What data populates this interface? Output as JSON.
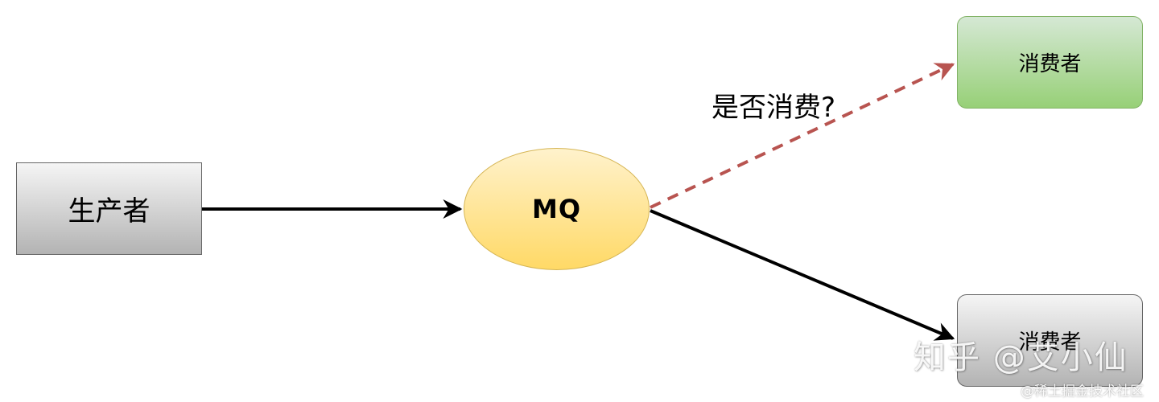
{
  "nodes": {
    "producer": "生产者",
    "mq": "MQ",
    "consumer_top": "消费者",
    "consumer_bottom": "消费者"
  },
  "edges": {
    "uncertain_label": "是否消费?"
  },
  "colors": {
    "solid_edge": "#000000",
    "dashed_edge": "#b85450",
    "producer_fill_top": "#f5f5f5",
    "producer_fill_bottom": "#b3b3b3",
    "mq_fill_top": "#fff2cc",
    "mq_fill_bottom": "#ffd966",
    "consumer_top_fill_top": "#d5e8d4",
    "consumer_top_fill_bottom": "#97d077"
  },
  "watermark": {
    "main": "知乎 @艾小仙",
    "sub": "@稀土掘金技术社区"
  }
}
